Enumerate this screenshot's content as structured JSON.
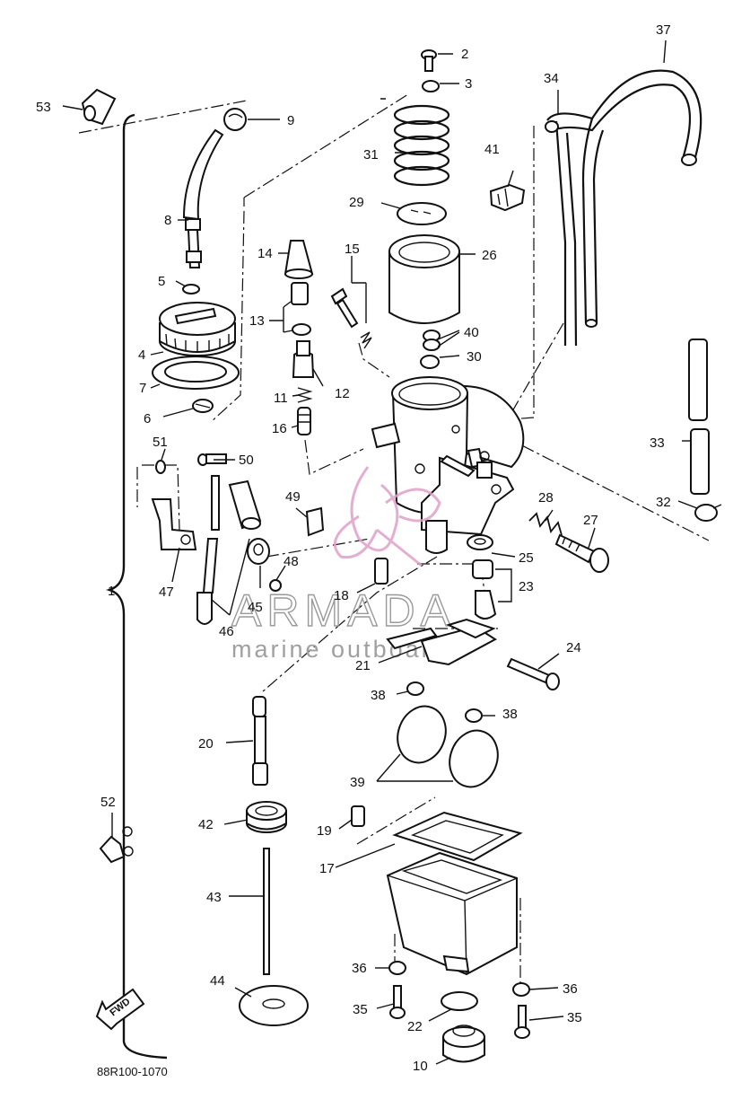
{
  "diagram": {
    "code": "88R100-1070",
    "fwd_label": "FWD",
    "watermark": {
      "main": "ARMADA",
      "sub": "marine outboards",
      "accent_color": "#e0a0c8"
    },
    "labels": [
      "1",
      "2",
      "3",
      "4",
      "5",
      "6",
      "7",
      "8",
      "9",
      "10",
      "11",
      "12",
      "13",
      "14",
      "15",
      "16",
      "17",
      "18",
      "19",
      "20",
      "21",
      "22",
      "23",
      "24",
      "25",
      "26",
      "27",
      "28",
      "29",
      "30",
      "31",
      "32",
      "33",
      "34",
      "35",
      "35",
      "36",
      "36",
      "37",
      "38",
      "38",
      "39",
      "40",
      "41",
      "42",
      "43",
      "44",
      "45",
      "46",
      "47",
      "48",
      "49",
      "50",
      "51",
      "52",
      "53"
    ]
  }
}
